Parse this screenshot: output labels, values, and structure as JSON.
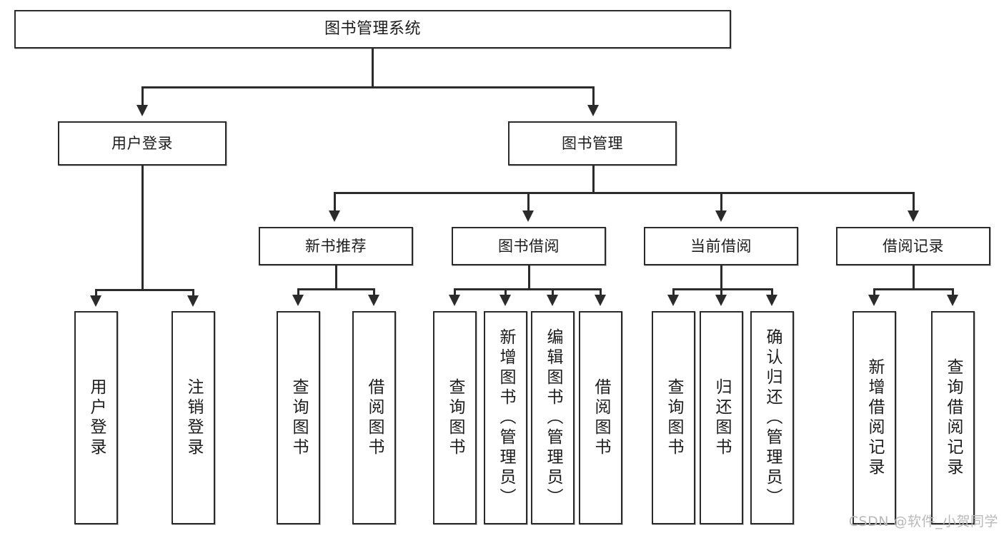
{
  "diagram": {
    "type": "tree-hierarchy-chart",
    "title": "图书管理系统",
    "watermark": "CSDN @软件_小贺同学",
    "colors": {
      "stroke": "#2b2b2b",
      "fill": "#ffffff",
      "text": "#1c1c1c",
      "watermark": "#b9b9b9"
    },
    "nodes": {
      "root": {
        "label": "图书管理系统"
      },
      "level2": [
        {
          "label": "用户登录"
        },
        {
          "label": "图书管理"
        }
      ],
      "level3": [
        {
          "label": "新书推荐"
        },
        {
          "label": "图书借阅"
        },
        {
          "label": "当前借阅"
        },
        {
          "label": "借阅记录"
        }
      ],
      "leaves": {
        "user_login": [
          {
            "label": "用户登录"
          },
          {
            "label": "注销登录"
          }
        ],
        "new_book_recommend": [
          {
            "label": "查询图书"
          },
          {
            "label": "借阅图书"
          }
        ],
        "book_borrow": [
          {
            "label": "查询图书"
          },
          {
            "label": "新增图书（管理员）"
          },
          {
            "label": "编辑图书（管理员）"
          },
          {
            "label": "借阅图书"
          }
        ],
        "current_borrow": [
          {
            "label": "查询图书"
          },
          {
            "label": "归还图书"
          },
          {
            "label": "确认归还（管理员）"
          }
        ],
        "borrow_record": [
          {
            "label": "新增借阅记录"
          },
          {
            "label": "查询借阅记录"
          }
        ]
      }
    }
  }
}
